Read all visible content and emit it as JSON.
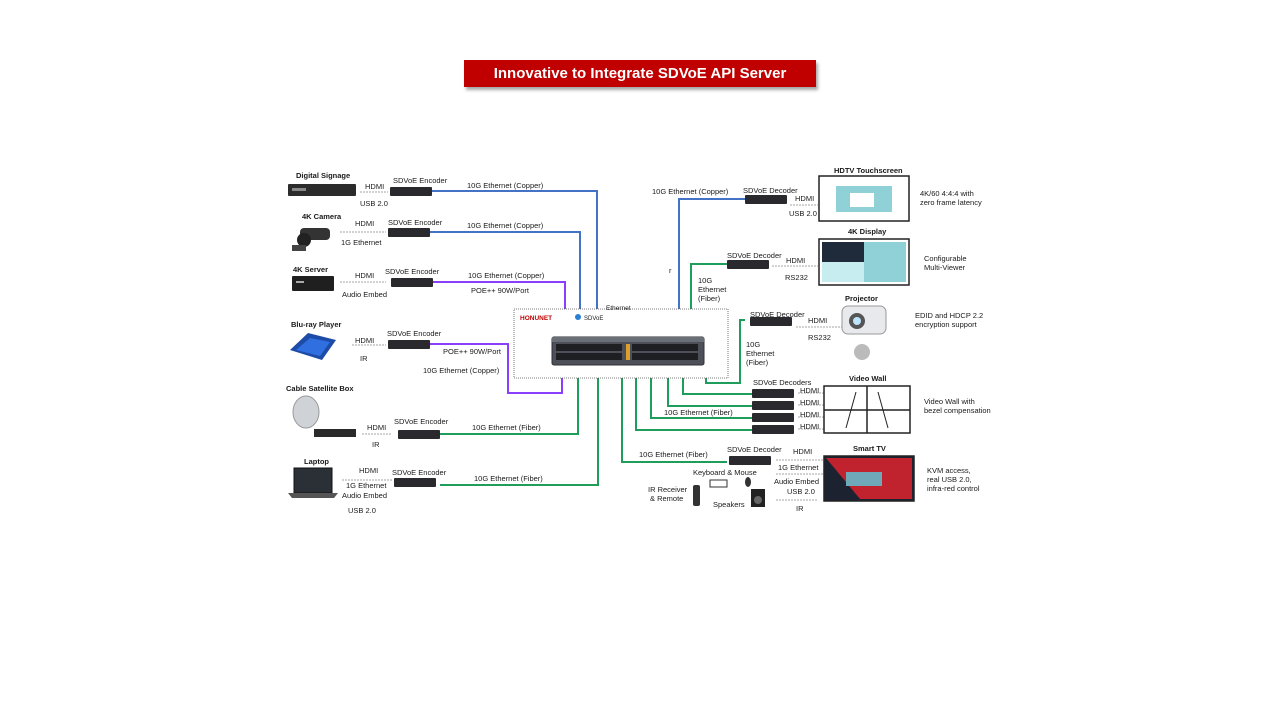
{
  "title": "Innovative to Integrate SDVoE API Server",
  "colors": {
    "banner": "#c00000",
    "copper": "#4472c4",
    "fiber": "#1e9e5a",
    "poe": "#8a3ffc"
  },
  "switch": {
    "brand": "HONUNET",
    "logo": "SDVoE",
    "port_label": "Ethernet"
  },
  "sources": {
    "digital_signage": {
      "name": "Digital Signage",
      "ports": [
        "HDMI",
        "USB 2.0"
      ],
      "encoder": "SDVoE Encoder",
      "link": "10G Ethernet (Copper)"
    },
    "camera": {
      "name": "4K Camera",
      "ports": [
        "HDMI",
        "1G Ethernet"
      ],
      "encoder": "SDVoE Encoder",
      "link": "10G Ethernet (Copper)"
    },
    "server": {
      "name": "4K Server",
      "ports": [
        "HDMI",
        "Audio Embed"
      ],
      "encoder": "SDVoE Encoder",
      "link": "10G Ethernet (Copper)",
      "poe": "POE++ 90W/Port"
    },
    "bluray": {
      "name": "Blu-ray Player",
      "ports": [
        "HDMI",
        "IR"
      ],
      "encoder": "SDVoE Encoder",
      "poe": "POE++ 90W/Port",
      "link": "10G Ethernet (Copper)"
    },
    "satellite": {
      "name": "Cable Satellite Box",
      "ports": [
        "HDMI",
        "IR"
      ],
      "encoder": "SDVoE Encoder",
      "link": "10G Ethernet (Fiber)"
    },
    "laptop": {
      "name": "Laptop",
      "ports": [
        "HDMI",
        "1G Ethernet",
        "Audio Embed",
        "USB 2.0"
      ],
      "encoder": "SDVoE Encoder",
      "link": "10G Ethernet (Fiber)"
    }
  },
  "sinks": {
    "touchscreen": {
      "name": "HDTV Touchscreen",
      "decoder": "SDVoE Decoder",
      "ports": [
        "HDMI",
        "USB 2.0"
      ],
      "link": "10G Ethernet (Copper)",
      "note": [
        "4K/60 4:4:4 with",
        "zero frame latency"
      ]
    },
    "display4k": {
      "name": "4K Display",
      "decoder": "SDVoE Decoder",
      "ports": [
        "HDMI",
        "RS232"
      ],
      "link": [
        "10G",
        "Ethernet",
        "(Fiber)"
      ],
      "note": [
        "Configurable",
        "Multi-Viewer"
      ]
    },
    "projector": {
      "name": "Projector",
      "decoder": "SDVoE Decoder",
      "ports": [
        "HDMI",
        "RS232"
      ],
      "link": [
        "10G",
        "Ethernet",
        "(Fiber)"
      ],
      "note": [
        "EDID and HDCP 2.2",
        "encryption support"
      ]
    },
    "videowall": {
      "name": "Video Wall",
      "decoder": "SDVoE Decoders",
      "ports": [
        "HDMI",
        "HDMI",
        "HDMI",
        "HDMI"
      ],
      "link": "10G Ethernet (Fiber)",
      "note": [
        "Video Wall with",
        "bezel compensation"
      ]
    },
    "smarttv": {
      "name": "Smart TV",
      "decoder": "SDVoE Decoder",
      "ports": [
        "HDMI",
        "1G Ethernet",
        "Audio Embed",
        "USB 2.0",
        "IR"
      ],
      "link": "10G Ethernet (Fiber)",
      "note": [
        "KVM access,",
        "real USB 2.0,",
        "infra-red control"
      ],
      "peripherals": {
        "keyboard": "Keyboard & Mouse",
        "ir": [
          "IR Receiver",
          "& Remote"
        ],
        "speakers": "Speakers"
      }
    }
  },
  "misc": {
    "r_mark": "r"
  }
}
